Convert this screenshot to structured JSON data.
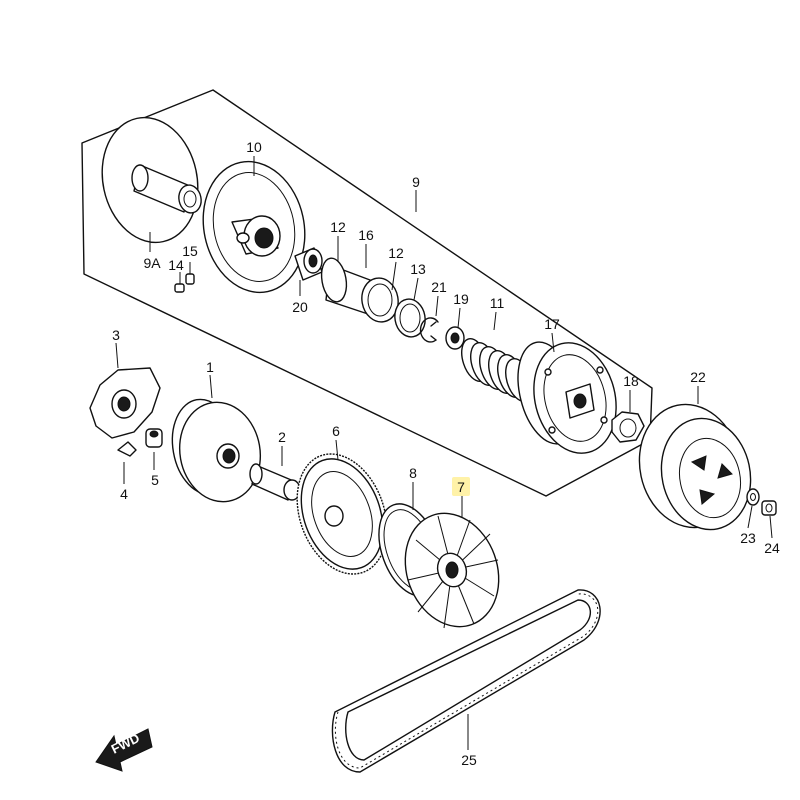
{
  "diagram": {
    "highlight_color": "#fff2a8",
    "highlighted_part": "7",
    "direction_label": "FWD",
    "labels": {
      "p1": "1",
      "p2": "2",
      "p3": "3",
      "p4": "4",
      "p5": "5",
      "p6": "6",
      "p7": "7",
      "p8": "8",
      "p9": "9",
      "p9a": "9A",
      "p10": "10",
      "p11": "11",
      "p12a": "12",
      "p12b": "12",
      "p13": "13",
      "p14": "14",
      "p15": "15",
      "p16": "16",
      "p17": "17",
      "p18": "18",
      "p19": "19",
      "p20": "20",
      "p21": "21",
      "p22": "22",
      "p23": "23",
      "p24": "24",
      "p25": "25"
    }
  }
}
